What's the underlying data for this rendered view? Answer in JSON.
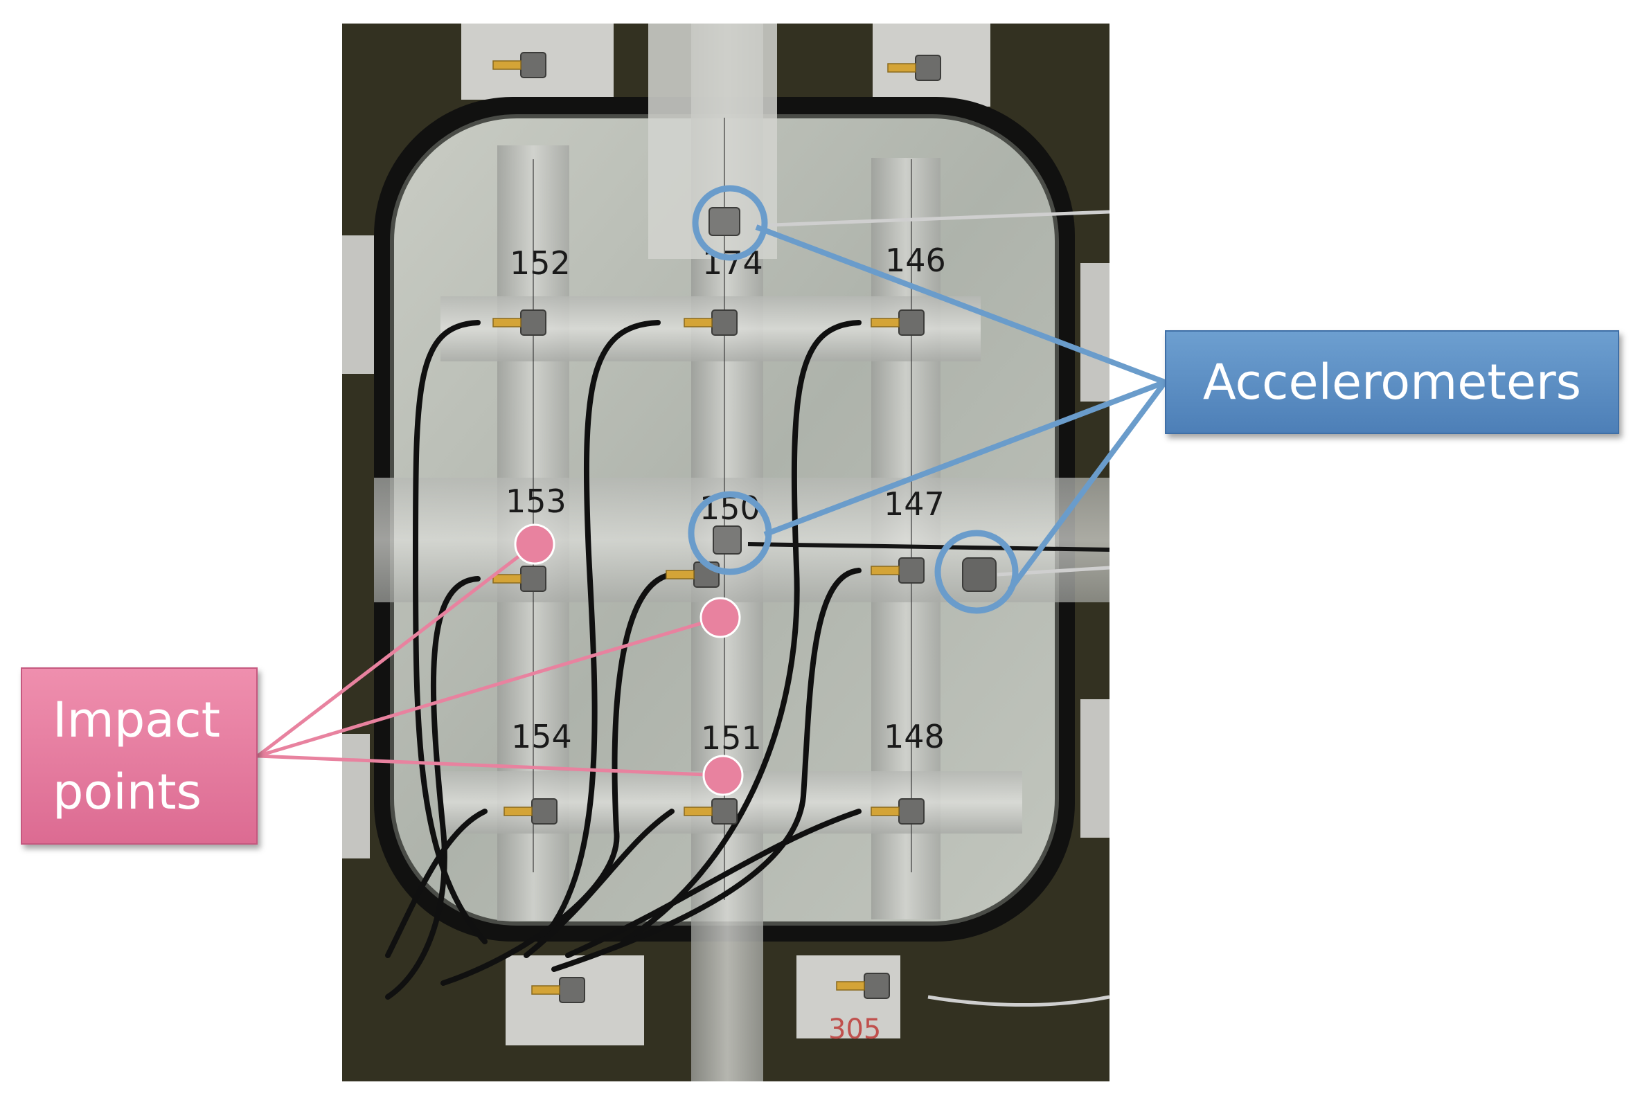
{
  "labels": {
    "accelerometers": "Accelerometers",
    "impact_line1": "Impact",
    "impact_line2": "points"
  },
  "sensor_numbers": {
    "top_left": "152",
    "top_center": "174",
    "top_right": "146",
    "middle_left": "153",
    "middle_center": "150",
    "middle_right": "147",
    "bottom_left": "154",
    "bottom_center": "151",
    "bottom_right": "148",
    "bottom_tag_right": "305"
  },
  "colors": {
    "accelerometer_callout": "#5b8ec4",
    "accelerometer_ring": "#6a9ccb",
    "impact_callout": "#e27b9f",
    "impact_dot": "#e8829f",
    "photo_background": "#2c2a1e",
    "panel_fill": "#b9bdb5"
  },
  "icons": {
    "accelerometer": "accelerometer-sensor-icon",
    "impact": "impact-dot-icon"
  }
}
